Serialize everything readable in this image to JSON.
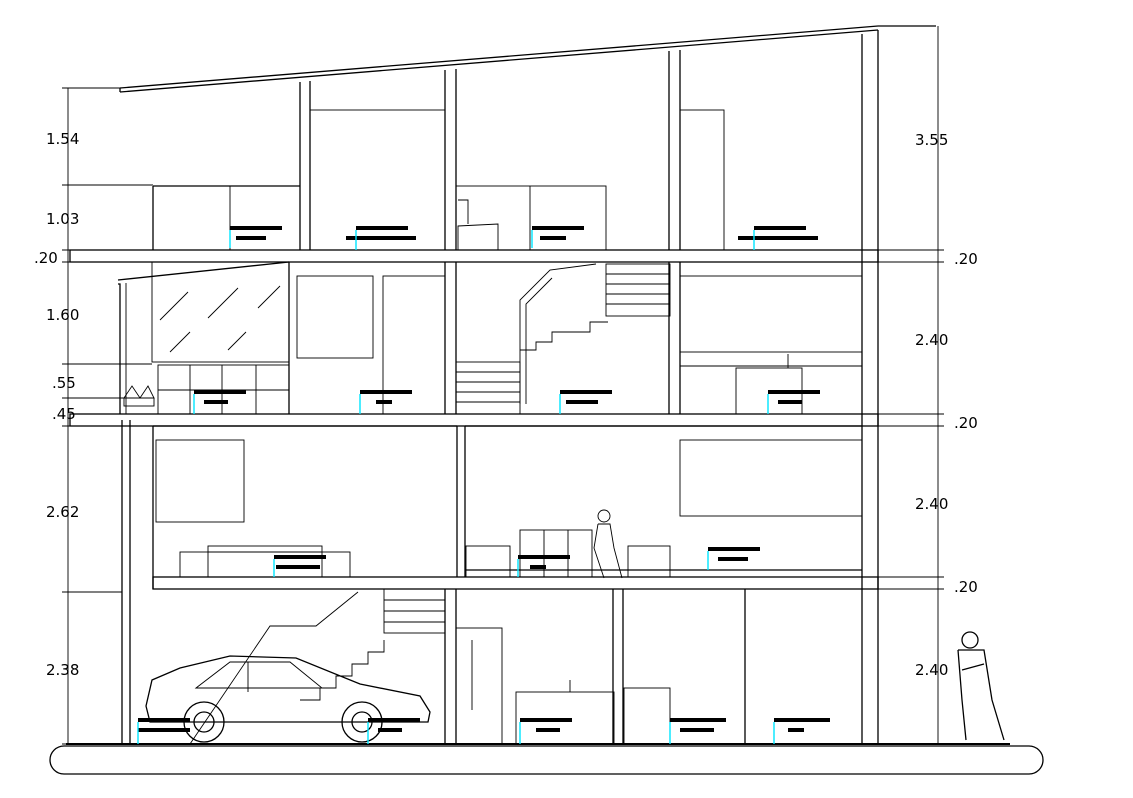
{
  "drawing": {
    "type": "building section elevation",
    "colors": {
      "line": "#000000",
      "annotation_marker": "#00e5ff",
      "background": "#ffffff"
    }
  },
  "dimensions_left": [
    {
      "id": "d1",
      "text": "1.54"
    },
    {
      "id": "d2",
      "text": "1.03"
    },
    {
      "id": "d3",
      "text": ".20"
    },
    {
      "id": "d4",
      "text": "1.60"
    },
    {
      "id": "d5",
      "text": ".55"
    },
    {
      "id": "d6",
      "text": ".45"
    },
    {
      "id": "d7",
      "text": "2.62"
    },
    {
      "id": "d8",
      "text": "2.38"
    }
  ],
  "dimensions_right": [
    {
      "id": "r1",
      "text": "3.55"
    },
    {
      "id": "r2",
      "text": ".20"
    },
    {
      "id": "r3",
      "text": "2.40"
    },
    {
      "id": "r4",
      "text": ".20"
    },
    {
      "id": "r5",
      "text": "2.40"
    },
    {
      "id": "r6",
      "text": ".20"
    },
    {
      "id": "r7",
      "text": "2.40"
    }
  ],
  "icons": [
    "car-icon",
    "person-standing-icon",
    "person-seated-icon",
    "sofa-icon",
    "staircase-icon",
    "plant-icon"
  ]
}
